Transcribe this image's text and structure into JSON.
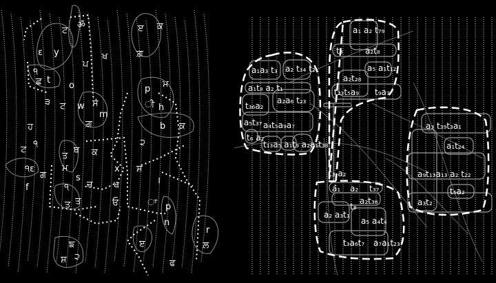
{
  "left_panel": {
    "glyphs": [
      "ਟ",
      "ॐ",
      "ੲ",
      "ਕ",
      "ε",
      "y",
      "ਖ",
      "ਪ",
      "ਗ਼",
      "੧",
      "ਛ",
      "t",
      "o",
      "੩",
      "ਟ",
      "w",
      "ਸ",
      "m",
      "ਗ਼",
      "p",
      "ਮ",
      "ੀ",
      "h",
      "b",
      "ਕ",
      "ਹ",
      "ਟ",
      "੧",
      "੧ε",
      "ਗ",
      "f",
      "ਤ",
      "ਥ",
      "ਮ",
      "s",
      "ਜ",
      "੧",
      "ਤ",
      "ਤ",
      "ਕ",
      "x",
      "ਖ",
      "ਓ",
      "ਸ਼",
      "੨",
      "।",
      "ਾ",
      "p",
      "n",
      "ੲ",
      "r",
      "ਲ਼",
      "ਫ",
      "ਙ",
      "ਸ਼",
      "੨"
    ]
  },
  "right_panel": {
    "labels": [
      "a₁a₃ t₃",
      "a₂ t₃₄ t₂",
      "a₁t₈ a₂ t₁",
      "a₂a₆ t₂₃",
      "t₃₆a₂",
      "a₅t₃₇",
      "a₄t₅a₉a₇",
      "t₆ a₂",
      "t₁₃a₅ a₁t₉ a₂a₁t₃₈",
      "a₁ a₂ t₇₉",
      "t₈",
      "a₂t₈",
      "a₅ a₁t₁₂",
      "a₂t₂₈",
      "t₂₃t₅a₉",
      "t₉a₇",
      "t₃ a₂",
      "a₁",
      "a₂",
      "t₃₇",
      "a₂t₃₈",
      "a₂ a₃t₁",
      "t₈",
      "a₅ a₄t₄",
      "t₃a₆t₇",
      "a₇a₁t₂₃",
      "a₃ t₃₉t₃a₁",
      "a₁t₂₄",
      "a₉t₁₃a₁₃ a₂ t₂₂",
      "t₅a₂",
      "a₃t₂"
    ]
  }
}
